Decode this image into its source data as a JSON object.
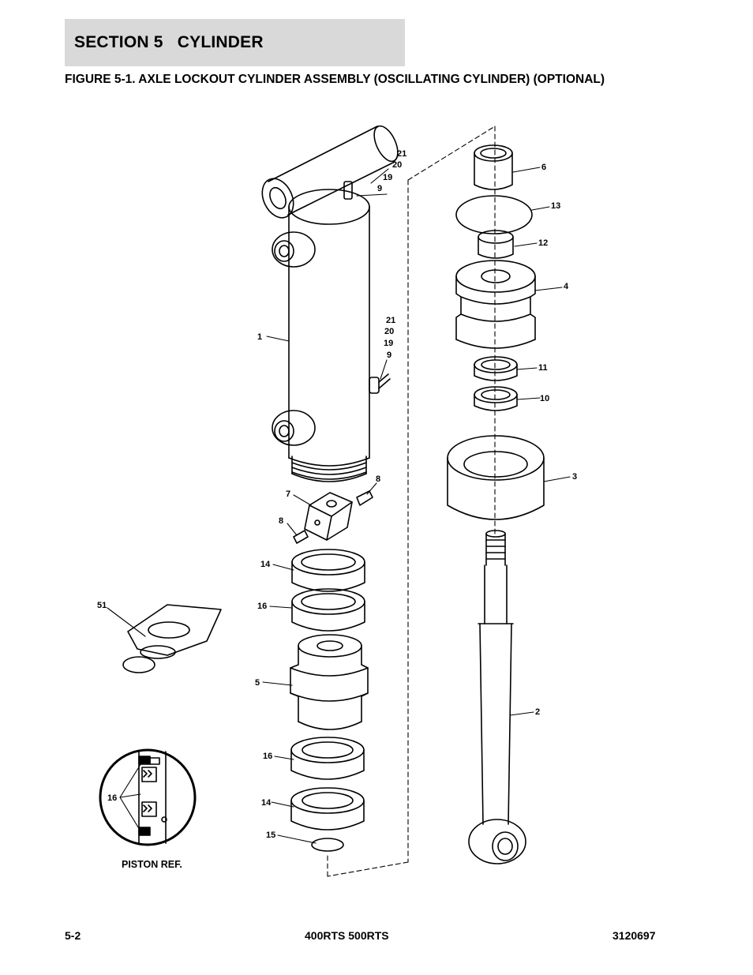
{
  "section": {
    "title": "SECTION 5   CYLINDER"
  },
  "figure": {
    "title": "FIGURE 5-1. AXLE LOCKOUT CYLINDER ASSEMBLY (OSCILLATING CYLINDER) (OPTIONAL)",
    "callouts": {
      "c21a": "21",
      "c20a": "20",
      "c19a": "19",
      "c9a": "9",
      "c21b": "21",
      "c20b": "20",
      "c19b": "19",
      "c9b": "9",
      "c1": "1",
      "c6": "6",
      "c13": "13",
      "c12": "12",
      "c4": "4",
      "c11": "11",
      "c10": "10",
      "c3": "3",
      "c8a": "8",
      "c7": "7",
      "c8b": "8",
      "c14a": "14",
      "c16a": "16",
      "c51": "51",
      "c5": "5",
      "c2": "2",
      "c16b": "16",
      "c14b": "14",
      "c15": "15",
      "c16inset": "16"
    },
    "inset_label": "PISTON REF."
  },
  "footer": {
    "page": "5-2",
    "model": "400RTS 500RTS",
    "doc_number": "3120697"
  }
}
